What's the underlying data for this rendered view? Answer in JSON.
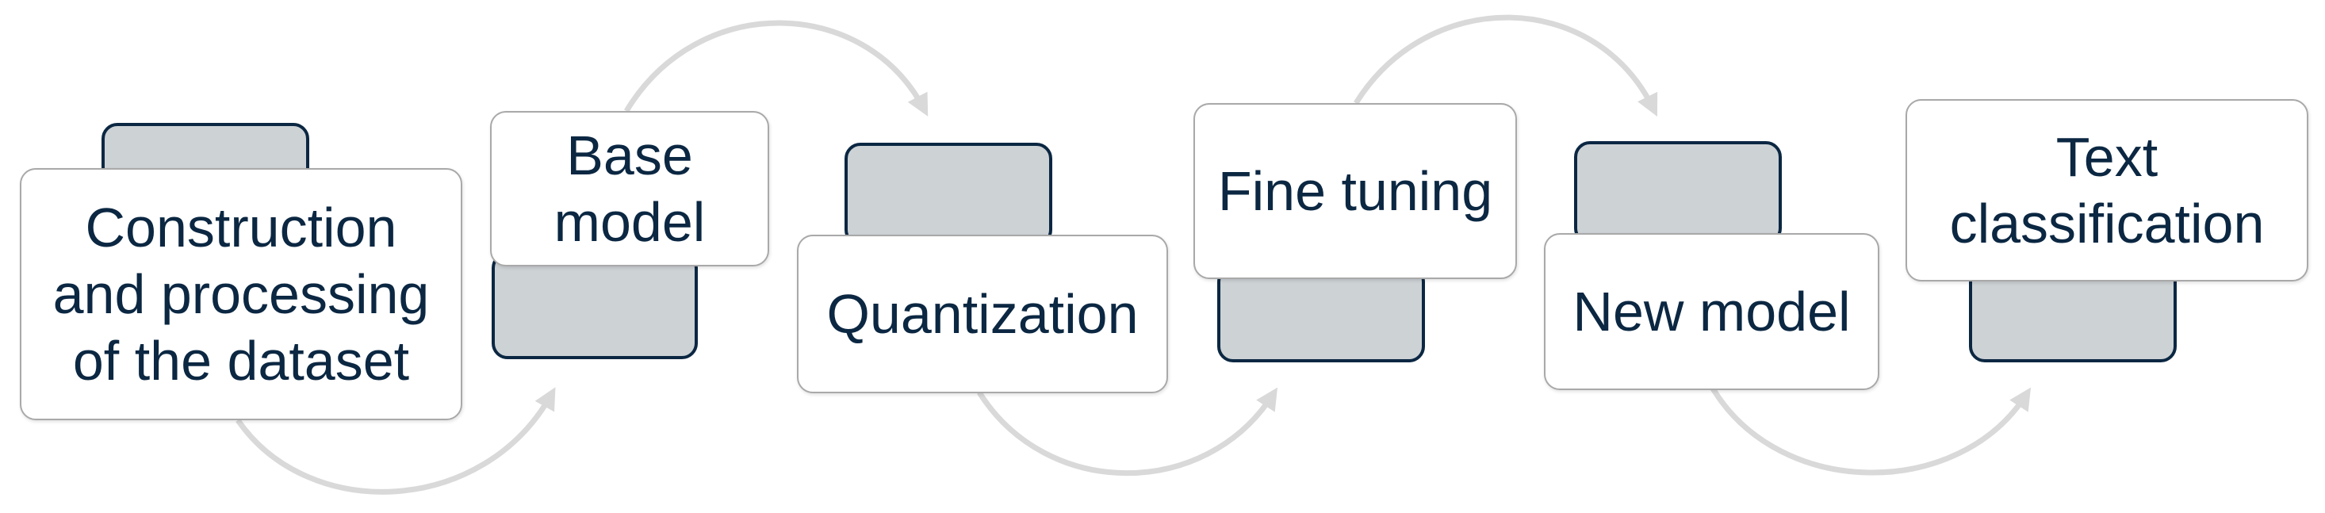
{
  "diagram": {
    "steps": [
      {
        "label": "Construction\nand processing\nof the dataset"
      },
      {
        "label": "Base\nmodel"
      },
      {
        "label": "Quantization"
      },
      {
        "label": "Fine tuning"
      },
      {
        "label": "New model"
      },
      {
        "label": "Text\nclassification"
      }
    ]
  }
}
